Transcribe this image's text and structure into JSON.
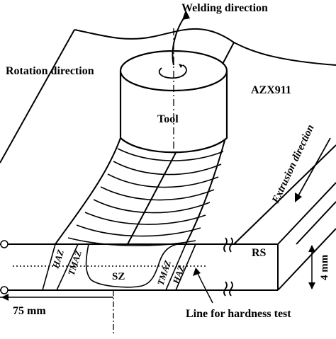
{
  "labels": {
    "welding_direction": "Welding direction",
    "rotation_direction": "Rotation direction",
    "material": "AZX911",
    "tool": "Tool",
    "extrusion_direction": "Extrusion direction",
    "rs": "RS",
    "sz": "SZ",
    "haz_left": "HAZ",
    "tmaz_left": "TMAZ",
    "tmaz_right": "TMAZ",
    "haz_right": "HAZ",
    "width_dimension": "75 mm",
    "thickness_dimension": "4 mm",
    "hardness_line": "Line for hardness test"
  }
}
